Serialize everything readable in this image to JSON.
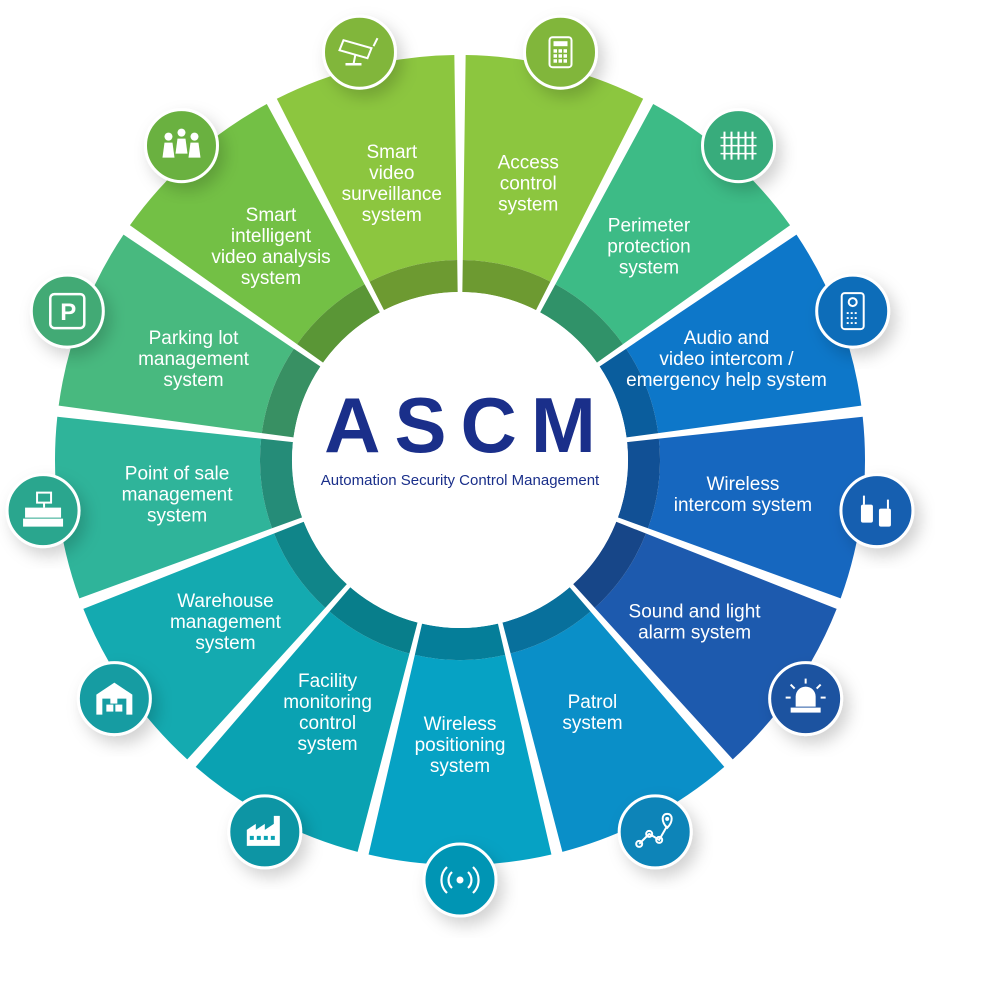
{
  "center": {
    "title": "ASCM",
    "subtitle": "Automation Security Control Management",
    "title_color": "#1a2f8a"
  },
  "segments": [
    {
      "lines": [
        "Access",
        "control",
        "system"
      ],
      "icon": "keypad-icon",
      "color": "#8cc63f"
    },
    {
      "lines": [
        "Perimeter",
        "protection",
        "system"
      ],
      "icon": "fence-icon",
      "color": "#3dbb86"
    },
    {
      "lines": [
        "Audio and",
        "video intercom /",
        "emergency help system"
      ],
      "icon": "intercom-panel-icon",
      "color": "#0d77c9"
    },
    {
      "lines": [
        "Wireless",
        "intercom system"
      ],
      "icon": "walkie-talkie-icon",
      "color": "#1667bf"
    },
    {
      "lines": [
        "Sound and light",
        "alarm system"
      ],
      "icon": "siren-icon",
      "color": "#1d5aae"
    },
    {
      "lines": [
        "Patrol",
        "system"
      ],
      "icon": "route-pin-icon",
      "color": "#0a8fc8"
    },
    {
      "lines": [
        "Wireless",
        "positioning",
        "system"
      ],
      "icon": "signal-icon",
      "color": "#06a2c4"
    },
    {
      "lines": [
        "Facility",
        "monitoring",
        "control",
        "system"
      ],
      "icon": "factory-icon",
      "color": "#0aa2b2"
    },
    {
      "lines": [
        "Warehouse",
        "management",
        "system"
      ],
      "icon": "warehouse-icon",
      "color": "#14aab0"
    },
    {
      "lines": [
        "Point of sale",
        "management",
        "system"
      ],
      "icon": "cash-register-icon",
      "color": "#2fb49a"
    },
    {
      "lines": [
        "Parking lot",
        "management",
        "system"
      ],
      "icon": "parking-icon",
      "color": "#48b97f"
    },
    {
      "lines": [
        "Smart",
        "intelligent",
        "video analysis",
        "system"
      ],
      "icon": "people-icon",
      "color": "#73c045"
    },
    {
      "lines": [
        "Smart",
        "video",
        "surveillance",
        "system"
      ],
      "icon": "cctv-camera-icon",
      "color": "#8cc63f"
    }
  ]
}
